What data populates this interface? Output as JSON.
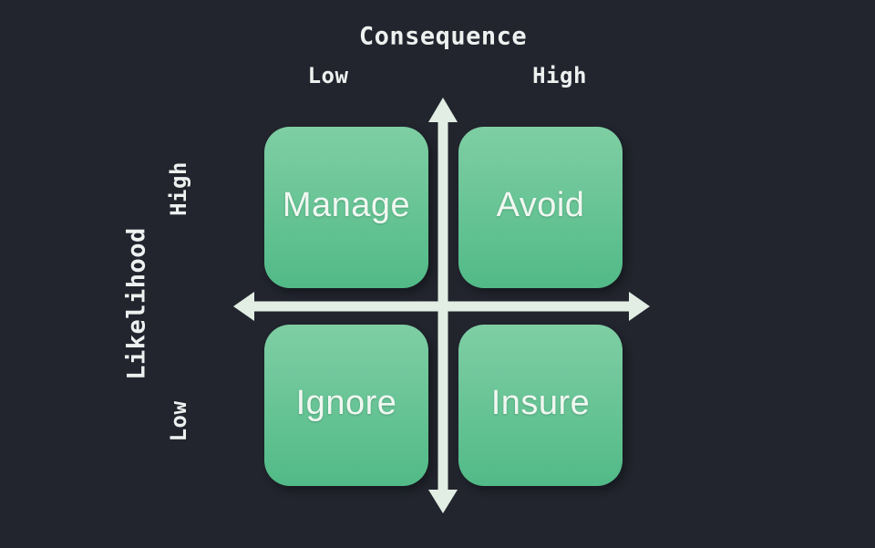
{
  "title": {
    "label": "Consequence"
  },
  "x_axis": {
    "low_label": "Low",
    "high_label": "High"
  },
  "y_axis": {
    "label": "Likelihood",
    "high_label": "High",
    "low_label": "Low"
  },
  "quadrants": {
    "top_left": {
      "label": "Manage",
      "likelihood": "High",
      "consequence": "Low"
    },
    "top_right": {
      "label": "Avoid",
      "likelihood": "High",
      "consequence": "High"
    },
    "bottom_left": {
      "label": "Ignore",
      "likelihood": "Low",
      "consequence": "Low"
    },
    "bottom_right": {
      "label": "Insure",
      "likelihood": "Low",
      "consequence": "High"
    }
  },
  "colors": {
    "bg": "#22252e",
    "box_grad_top": "#7fcea4",
    "box_grad_bottom": "#51ba87",
    "arrow": "#e2eee4",
    "label": "#edf1ef",
    "quad_text": "#f0f7f1"
  }
}
